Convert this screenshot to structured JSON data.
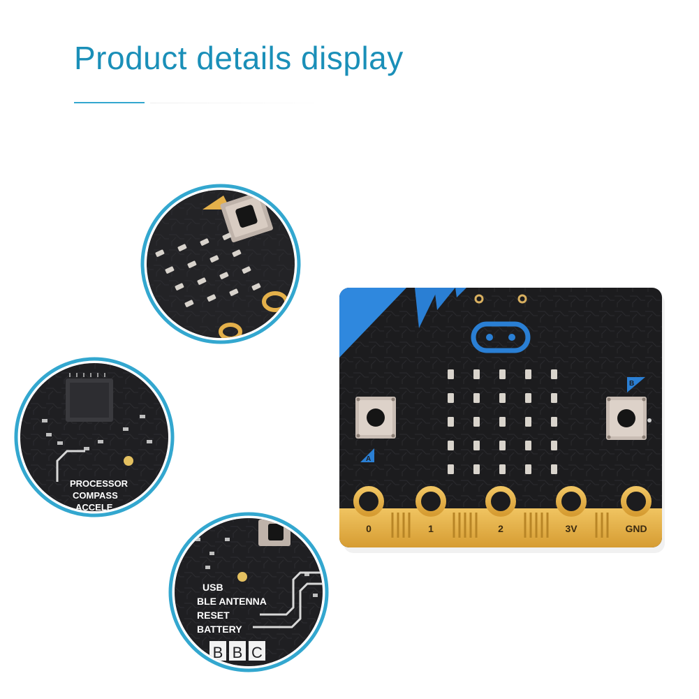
{
  "header": {
    "title": "Product details display"
  },
  "board": {
    "button_a": "A",
    "button_b": "B",
    "pins": [
      "0",
      "1",
      "2",
      "3V",
      "GND"
    ]
  },
  "detail_circles": {
    "chip_labels": [
      "PROCESSOR",
      "COMPASS",
      "ACCELE"
    ],
    "back_labels": [
      "USB",
      "BLE ANTENNA",
      "RESET",
      "BATTERY"
    ],
    "logo_letters": [
      "B",
      "B",
      "C"
    ]
  },
  "colors": {
    "accent": "#1a8fb8",
    "ring": "#33a7cf",
    "pcb": "#1c1c1e",
    "gold": "#e4b04a",
    "blue": "#2a7fd4"
  }
}
